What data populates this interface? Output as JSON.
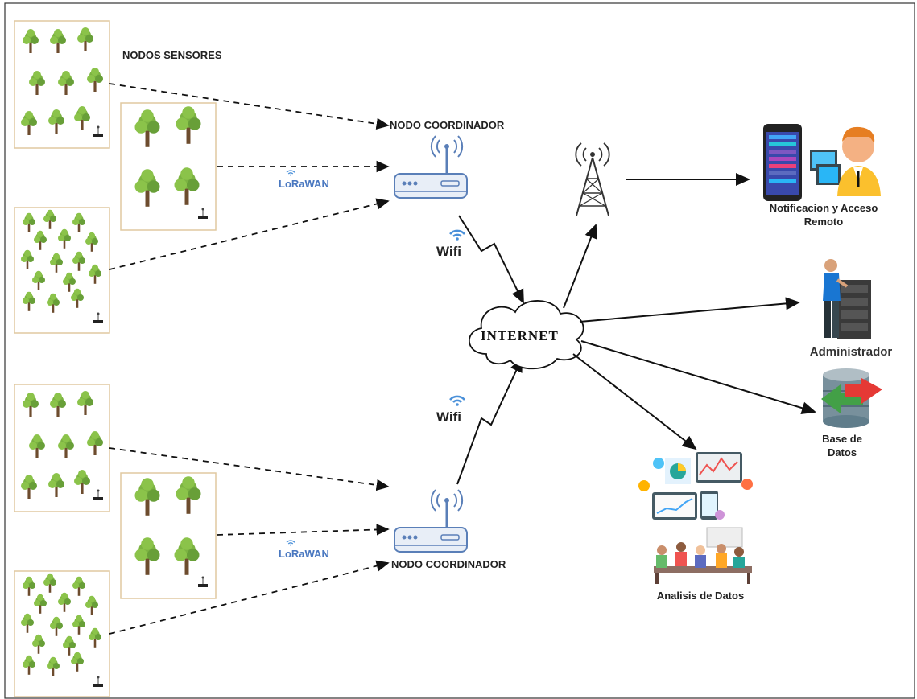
{
  "labels": {
    "sensor_nodes": "NODOS SENSORES",
    "coordinator_top": "NODO COORDINADOR",
    "coordinator_bottom": "NODO COORDINADOR",
    "lorawan_top": "LoRaWAN",
    "lorawan_bottom": "LoRaWAN",
    "wifi_top": "Wifi",
    "wifi_bottom": "Wifi",
    "internet": "INTERNET",
    "notification_line1": "Notificacion y Acceso",
    "notification_line2": "Remoto",
    "administrator": "Administrador",
    "database_line1": "Base de",
    "database_line2": "Datos",
    "analysis": "Analisis de Datos"
  },
  "colors": {
    "lorawan_text": "#4a78c0",
    "tree_foliage": "#7cb342",
    "tree_trunk": "#6d4c2e",
    "panel_border": "#e0c9a0",
    "router_body": "#e8eef7",
    "router_stroke": "#5a7fb8"
  },
  "icons": [
    "tree-icon",
    "sensor-icon",
    "router-icon",
    "antenna-tower-icon",
    "cloud-icon",
    "phone-icon",
    "computer-user-icon",
    "server-admin-icon",
    "database-icon",
    "analytics-icon",
    "wifi-icon",
    "lightning-link-icon"
  ]
}
